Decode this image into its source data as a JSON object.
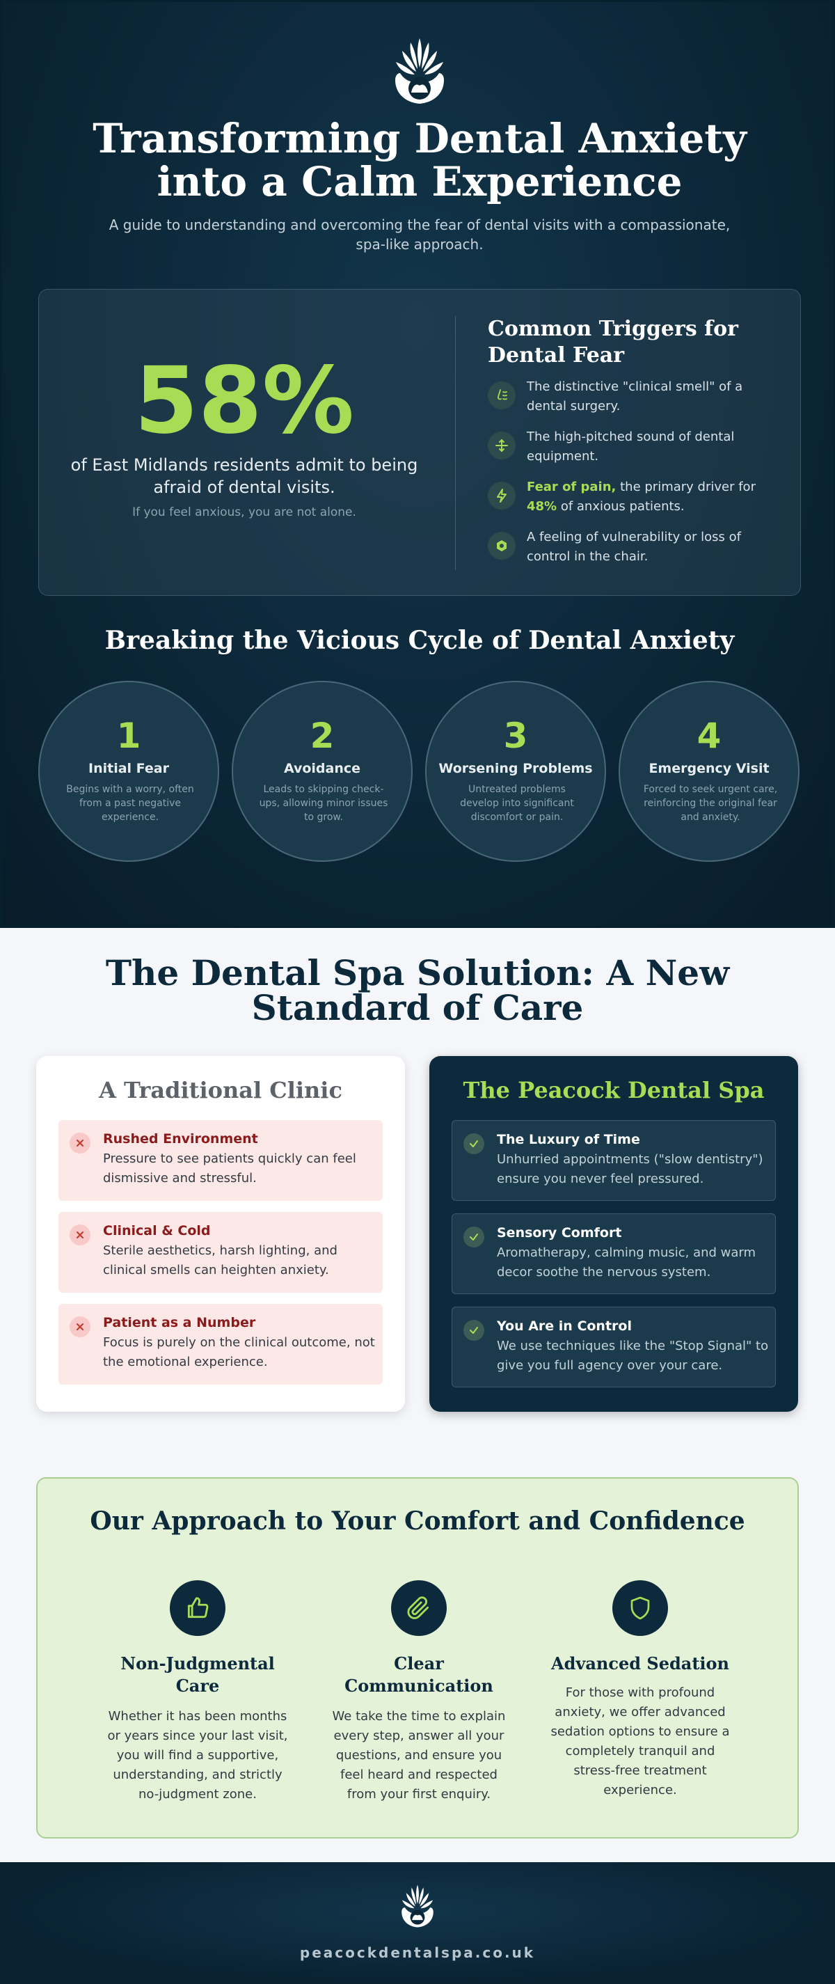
{
  "hero": {
    "title": "Transforming Dental Anxiety into a Calm Experience",
    "subtitle": "A guide to understanding and overcoming the fear of dental visits with a compassionate, spa-like approach."
  },
  "stats": {
    "percent": "58%",
    "text": "of East Midlands residents admit to being afraid of dental visits.",
    "note": "If you feel anxious, you are not alone."
  },
  "triggers": {
    "title": "Common Triggers for Dental Fear",
    "items": [
      {
        "icon": "nose-icon",
        "text": "The distinctive \"clinical smell\" of a dental surgery."
      },
      {
        "icon": "drill-icon",
        "text": "The high-pitched sound of dental equipment."
      },
      {
        "icon": "lightning-icon",
        "highlight": "Fear of pain,",
        "text_a": " the primary driver for ",
        "highlight_pct": "48%",
        "text_b": " of anxious patients."
      },
      {
        "icon": "chair-icon",
        "text": "A feeling of vulnerability or loss of control in the chair."
      }
    ]
  },
  "cycle": {
    "title": "Breaking the Vicious Cycle of Dental Anxiety",
    "steps": [
      {
        "num": "1",
        "title": "Initial Fear",
        "desc": "Begins with a worry, often from a past negative experience."
      },
      {
        "num": "2",
        "title": "Avoidance",
        "desc": "Leads to skipping check-ups, allowing minor issues to grow."
      },
      {
        "num": "3",
        "title": "Worsening Problems",
        "desc": "Untreated problems develop into significant discomfort or pain."
      },
      {
        "num": "4",
        "title": "Emergency Visit",
        "desc": "Forced to seek urgent care, reinforcing the original fear and anxiety."
      }
    ]
  },
  "solution": {
    "title": "The Dental Spa Solution: A New Standard of Care",
    "traditional": {
      "title": "A Traditional Clinic",
      "items": [
        {
          "title": "Rushed Environment",
          "desc": "Pressure to see patients quickly can feel dismissive and stressful."
        },
        {
          "title": "Clinical & Cold",
          "desc": "Sterile aesthetics, harsh lighting, and clinical smells can heighten anxiety."
        },
        {
          "title": "Patient as a Number",
          "desc": "Focus is purely on the clinical outcome, not the emotional experience."
        }
      ]
    },
    "spa": {
      "title": "The Peacock Dental Spa",
      "items": [
        {
          "title": "The Luxury of Time",
          "desc": "Unhurried appointments (\"slow dentistry\") ensure you never feel pressured."
        },
        {
          "title": "Sensory Comfort",
          "desc": "Aromatherapy, calming music, and warm decor soothe the nervous system."
        },
        {
          "title": "You Are in Control",
          "desc": "We use techniques like the \"Stop Signal\" to give you full agency over your care."
        }
      ]
    }
  },
  "approach": {
    "title": "Our Approach to Your Comfort and Confidence",
    "pillars": [
      {
        "icon": "thumbs-up-icon",
        "title": "Non-Judgmental Care",
        "desc": "Whether it has been months or years since your last visit, you will find a supportive, understanding, and strictly no-judgment zone."
      },
      {
        "icon": "paperclip-icon",
        "title": "Clear Communication",
        "desc": "We take the time to explain every step, answer all your questions, and ensure you feel heard and respected from your first enquiry."
      },
      {
        "icon": "shield-icon",
        "title": "Advanced Sedation",
        "desc": "For those with profound anxiety, we offer advanced sedation options to ensure a completely tranquil and stress-free treatment experience."
      }
    ]
  },
  "footer": {
    "url": "peacockdentalspa.co.uk"
  },
  "colors": {
    "navy": "#0c2a3c",
    "accent_green": "#a9dc55",
    "traditional_red": "#8b1a1a",
    "approach_bg": "#e4f2d8"
  }
}
